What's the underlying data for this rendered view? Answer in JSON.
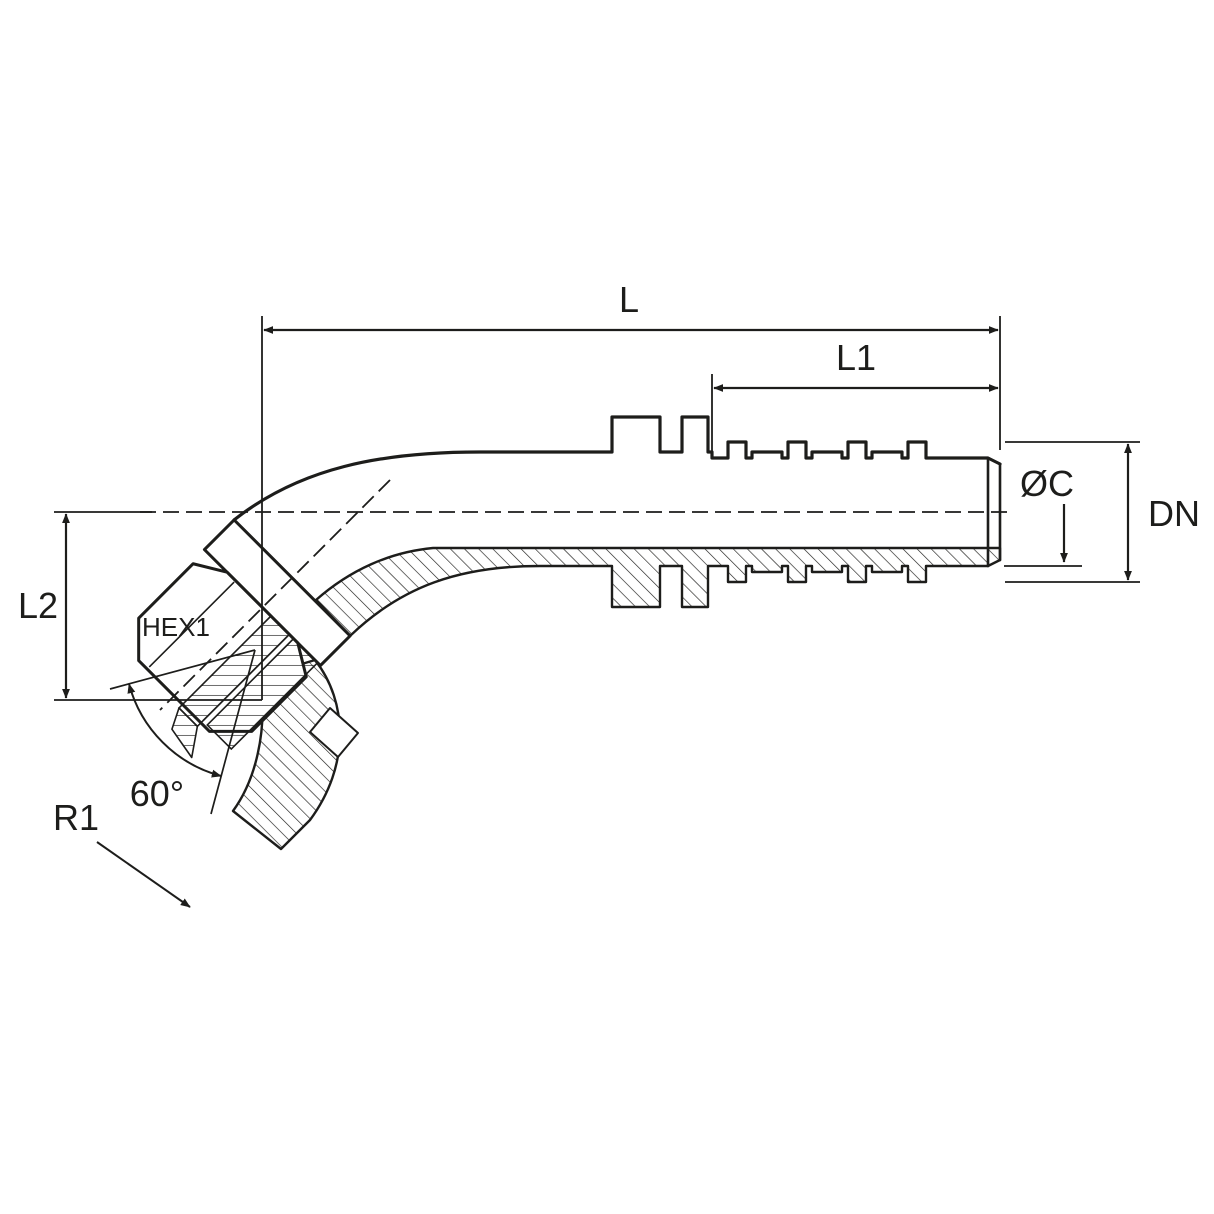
{
  "diagram": {
    "type": "technical-drawing",
    "subject": "45-degree swivel elbow hose fitting with hex nut and barbed hose shank, half-section view",
    "colors": {
      "line": "#1d1d1b",
      "background": "#ffffff"
    },
    "labels": {
      "overall_length": "L",
      "shank_length": "L1",
      "elbow_height": "L2",
      "barb_diameter": "DN",
      "end_diameter": "ØC",
      "hex_size": "HEX1",
      "cone_angle": "60°",
      "bend_radius": "R1"
    }
  }
}
